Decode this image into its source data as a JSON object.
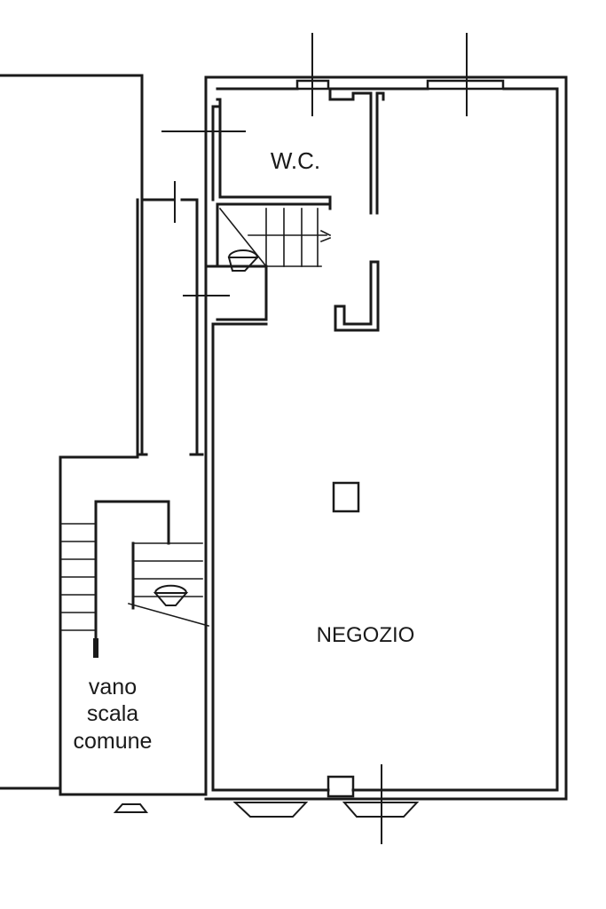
{
  "plan": {
    "labels": {
      "wc": "W.C.",
      "shop": "NEGOZIO",
      "stair_line1": "vano",
      "stair_line2": "scala",
      "stair_line3": "comune"
    },
    "colors": {
      "ink": "#1a1a1a",
      "paper": "#ffffff"
    }
  }
}
